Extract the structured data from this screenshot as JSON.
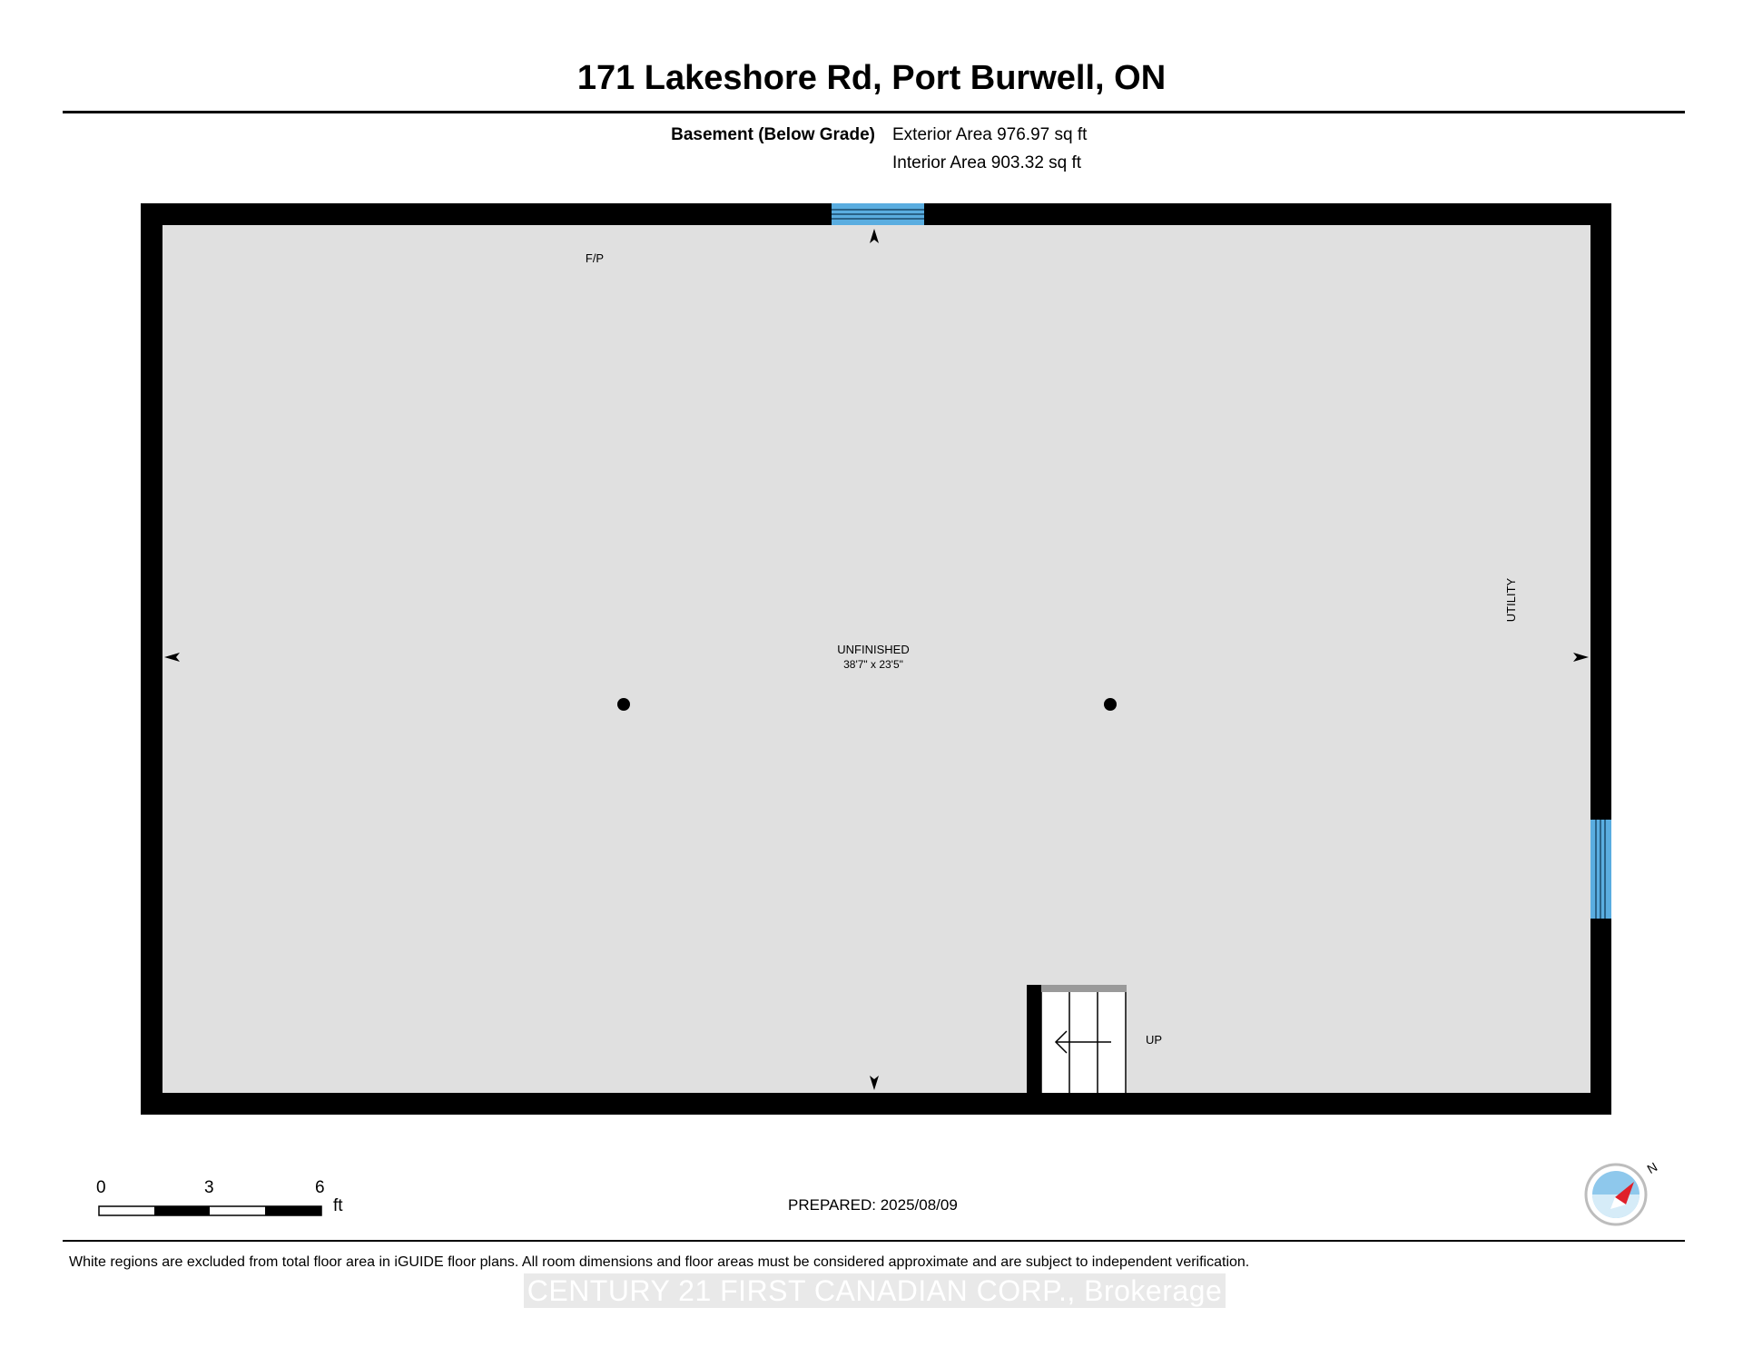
{
  "header": {
    "title": "171 Lakeshore Rd, Port Burwell, ON"
  },
  "summary": {
    "floor_label": "Basement (Below Grade)",
    "exterior_area": "Exterior Area 976.97 sq ft",
    "interior_area": "Interior Area 903.32 sq ft"
  },
  "plan": {
    "room_name": "UNFINISHED",
    "room_dimensions": "38'7\" x 23'5\"",
    "label_fp": "F/P",
    "label_utility": "UTILITY",
    "label_stairs": "UP",
    "colors": {
      "wall": "#000000",
      "floor": "#e0e0e0",
      "window": "#5aade0"
    }
  },
  "scale_bar": {
    "ticks": [
      "0",
      "3",
      "6"
    ],
    "unit": "ft"
  },
  "compass": {
    "north_label": "N",
    "colors": {
      "needle": "#e0202a",
      "dial": "#8ec8ec"
    }
  },
  "footer": {
    "prepared": "PREPARED: 2025/08/09",
    "disclaimer": "White regions are excluded from total floor area in iGUIDE floor plans. All room dimensions and floor areas must be considered approximate and are subject to independent verification.",
    "watermark": "CENTURY 21 FIRST CANADIAN CORP., Brokerage"
  }
}
